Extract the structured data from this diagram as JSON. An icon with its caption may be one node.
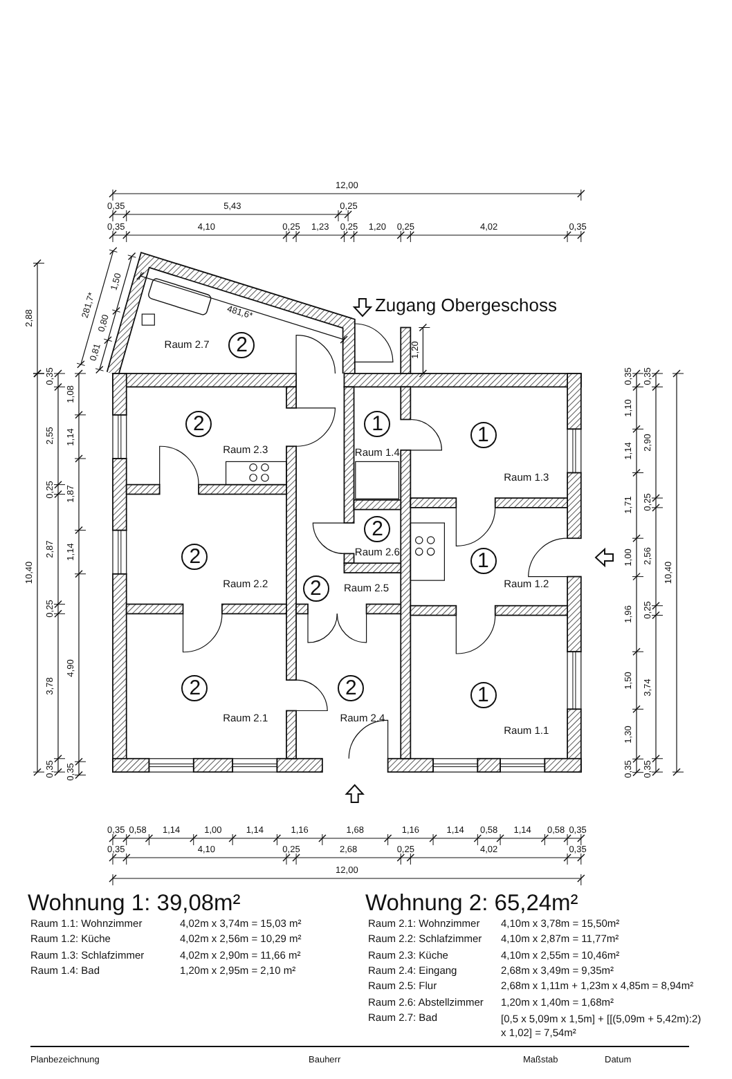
{
  "diagram": {
    "nodes": [
      {
        "text": [
          "Raum 2.7"
        ]
      },
      {
        "text": [
          "2"
        ],
        "in": 0
      },
      {
        "text": [
          "Raum 2.3"
        ]
      },
      {
        "text": [
          "2"
        ],
        "in": 2
      },
      {
        "text": [
          "Raum 1.4"
        ]
      },
      {
        "text": [
          "1"
        ],
        "in": 4
      },
      {
        "text": [
          "Raum 1.3"
        ]
      },
      {
        "text": [
          "1"
        ],
        "in": 6
      },
      {
        "text": [
          "Raum 2.6"
        ]
      },
      {
        "text": [
          "2"
        ],
        "in": 8
      },
      {
        "text": [
          "Raum 2.2"
        ]
      },
      {
        "text": [
          "2"
        ],
        "in": 10
      },
      {
        "text": [
          "Raum 2.5"
        ]
      },
      {
        "text": [
          "2"
        ],
        "in": 12
      },
      {
        "text": [
          "Raum 1.2"
        ]
      },
      {
        "text": [
          "1"
        ],
        "in": 14
      },
      {
        "text": [
          "Raum 2.1"
        ]
      },
      {
        "text": [
          "2"
        ],
        "in": 16
      },
      {
        "text": [
          "Raum 2.4"
        ]
      },
      {
        "text": [
          "2"
        ],
        "in": 18
      },
      {
        "text": [
          "Raum 1.1"
        ]
      },
      {
        "text": [
          "1"
        ],
        "in": 20
      }
    ],
    "labels": [
      "12,00",
      "0,35",
      "5,43",
      "0,25",
      "0,35",
      "4,10",
      "0,25",
      "1,23",
      "0,25",
      "1,20",
      "0,25",
      "4,02",
      "0,35",
      "481,6*",
      "2,88",
      "281,7*",
      "1,50",
      "Zugang Obergeschoss",
      "0,80",
      "0,81",
      "1,20",
      "10,40",
      "0,35",
      "2,55",
      "0,25",
      "2,87",
      "0,25",
      "3,78",
      "0,35",
      "1,08",
      "1,14",
      "1,87",
      "1,14",
      "4,90",
      "0,35",
      "0,35",
      "1,10",
      "1,14",
      "1,71",
      "1,00",
      "1,96",
      "1,50",
      "1,30",
      "0,35",
      "0,35",
      "2,90",
      "0,25",
      "2,56",
      "0,25",
      "3,74",
      "0,35",
      "10,40",
      "0,35",
      "0,58",
      "1,14",
      "1,00",
      "1,14",
      "1,16",
      "1,68",
      "1,16",
      "1,14",
      "0,58",
      "1,14",
      "0,58",
      "0,35",
      "0,35",
      "4,10",
      "0,25",
      "2,68",
      "0,25",
      "4,02",
      "0,35",
      "12,00",
      "Wohnung 1: 39,08m²",
      "Raum 1.1: Wohnzimmer",
      "4,02m x 3,74m = 15,03 m²",
      "Raum 1.2: Küche",
      "4,02m x 2,56m = 10,29 m²",
      "Raum 1.3: Schlafzimmer",
      "4,02m x 2,90m = 11,66 m²",
      "Raum 1.4: Bad",
      "1,20m x 2,95m = 2,10 m²",
      "Wohnung 2: 65,24m²",
      "Raum 2.1: Wohnzimmer",
      "4,10m x 3,78m = 15,50m²",
      "Raum 2.2: Schlafzimmer",
      "4,10m x 2,87m = 11,77m²",
      "Raum 2.3: Küche",
      "4,10m x 2,55m = 10,46m²",
      "Raum 2.4: Eingang",
      "2,68m x 3,49m = 9,35m²",
      "Raum 2.5: Flur",
      "2,68m x 1,11m + 1,23m x 4,85m = 8,94m²",
      "Raum 2.6: Abstellzimmer",
      "1,20m x 1,40m = 1,68m²",
      "Raum 2.7: Bad",
      "[0,5 x 5,09m x 1,5m] + [[(5,09m + 5,42m):2) x 1,02] = 7,54m²",
      "Planbezeichnung",
      "Bauherr",
      "Maßstab",
      "Datum"
    ]
  }
}
